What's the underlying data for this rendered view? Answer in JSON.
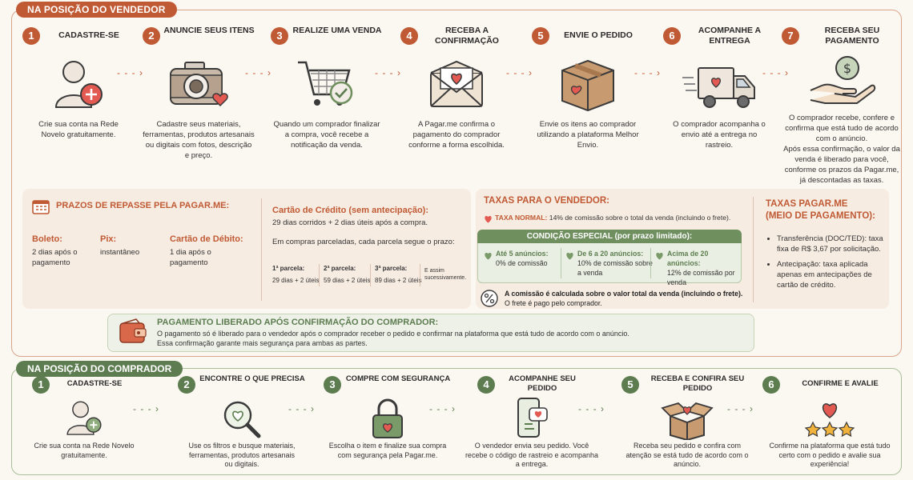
{
  "seller": {
    "tag": "NA POSIÇÃO DO VENDEDOR",
    "steps": [
      {
        "num": "1",
        "title": "CADASTRE-SE",
        "desc": "Crie sua conta na Rede Novelo gratuitamente.",
        "icon": "user-add-icon"
      },
      {
        "num": "2",
        "title": "ANUNCIE SEUS ITENS",
        "desc": "Cadastre seus materiais, ferramentas, produtos artesanais ou digitais com fotos, descrição e preço.",
        "icon": "camera-icon"
      },
      {
        "num": "3",
        "title": "REALIZE UMA VENDA",
        "desc": "Quando um comprador finalizar a compra, você recebe a notificação da venda.",
        "icon": "cart-check-icon"
      },
      {
        "num": "4",
        "title": "RECEBA A CONFIRMAÇÃO",
        "desc": "A Pagar.me confirma o pagamento do comprador conforme a forma escolhida.",
        "icon": "envelope-heart-icon"
      },
      {
        "num": "5",
        "title": "ENVIE O PEDIDO",
        "desc": "Envie os itens ao comprador utilizando a plataforma Melhor Envio.",
        "icon": "box-icon"
      },
      {
        "num": "6",
        "title": "ACOMPANHE A ENTREGA",
        "desc": "O comprador acompanha o envio até a entrega no rastreio.",
        "icon": "truck-icon"
      },
      {
        "num": "7",
        "title": "RECEBA SEU PAGAMENTO",
        "desc1": "O comprador recebe, confere e confirma que está tudo de acordo com o anúncio.",
        "desc2": "Após essa confirmação, o valor da venda é liberado para você, conforme os prazos da Pagar.me, já descontadas as taxas.",
        "icon": "hand-money-icon"
      }
    ]
  },
  "prazos": {
    "title": "PRAZOS DE REPASSE PELA PAGAR.ME:",
    "boleto": {
      "label": "Boleto:",
      "text": "2 dias após o pagamento"
    },
    "pix": {
      "label": "Pix:",
      "text": "instantâneo"
    },
    "debito": {
      "label": "Cartão de Débito:",
      "text": "1 dia após o pagamento"
    },
    "credito": {
      "label": "Cartão de Crédito (sem antecipação):",
      "text": "29 dias corridos + 2 dias úteis após a compra.",
      "parcelas_intro": "Em compras parceladas, cada parcela segue o prazo:",
      "parcelas": [
        {
          "label": "1ª parcela:",
          "value": "29 dias + 2 úteis"
        },
        {
          "label": "2ª parcela:",
          "value": "59 dias + 2 úteis"
        },
        {
          "label": "3ª parcela:",
          "value": "89 dias + 2 úteis"
        }
      ],
      "assim": "E assim sucessivamente."
    }
  },
  "taxas": {
    "title": "TAXAS  PARA O VENDEDOR:",
    "normal_label": "TAXA NORMAL:",
    "normal_text": "14% de comissão sobre o total da venda (incluindo o frete).",
    "cond_title": "CONDIÇÃO ESPECIAL (por prazo limitado):",
    "cond": [
      {
        "title": "Até 5 anúncios:",
        "text": "0% de comissão"
      },
      {
        "title": "De 6 a 20 anúncios:",
        "text": "10% de comissão sobre a venda"
      },
      {
        "title": "Acima de 20 anúncios:",
        "text": "12% de comissão por venda"
      }
    ],
    "note": "A comissão é calculada sobre o valor total da venda (incluindo o frete).",
    "note2": "O frete é pago pelo comprador."
  },
  "pagarme": {
    "title1": "TAXAS PAGAR.ME",
    "title2": "(MEIO DE PAGAMENTO):",
    "items": [
      "Transferência (DOC/TED): taxa fixa de R$ 3,67 por solicitação.",
      "Antecipação: taxa aplicada apenas em antecipações de cartão de crédito."
    ]
  },
  "liberado": {
    "title": "PAGAMENTO LIBERADO APÓS CONFIRMAÇÃO DO COMPRADOR:",
    "line1": "O pagamento só é liberado para o vendedor após o comprador receber o pedido e confirmar na plataforma que está tudo de acordo com o anúncio.",
    "line2": "Essa confirmação garante mais segurança para ambas as partes."
  },
  "buyer": {
    "tag": "NA POSIÇÃO DO COMPRADOR",
    "steps": [
      {
        "num": "1",
        "title": "CADASTRE-SE",
        "desc": "Crie sua conta na Rede Novelo gratuitamente.",
        "icon": "user-add-icon"
      },
      {
        "num": "2",
        "title": "ENCONTRE O QUE PRECISA",
        "desc": "Use os filtros e busque materiais, ferramentas, produtos artesanais ou digitais.",
        "icon": "search-heart-icon"
      },
      {
        "num": "3",
        "title": "COMPRE COM SEGURANÇA",
        "desc": "Escolha o item e finalize sua compra com segurança pela Pagar.me.",
        "icon": "lock-heart-icon"
      },
      {
        "num": "4",
        "title": "ACOMPANHE SEU PEDIDO",
        "desc": "O vendedor envia seu pedido. Você recebe o código de rastreio e acompanha a entrega.",
        "icon": "phone-tracking-icon"
      },
      {
        "num": "5",
        "title": "RECEBA E CONFIRA SEU PEDIDO",
        "desc": "Receba seu pedido e confira com atenção se está tudo de acordo com o anúncio.",
        "icon": "open-box-icon"
      },
      {
        "num": "6",
        "title": "CONFIRME E AVALIE",
        "desc": "Confirme na plataforma que está tudo certo com o pedido e avalie sua experiência!",
        "icon": "heart-stars-icon"
      }
    ]
  },
  "colors": {
    "accent": "#c05a34",
    "green": "#5d7d50",
    "heart": "#e25a52"
  }
}
